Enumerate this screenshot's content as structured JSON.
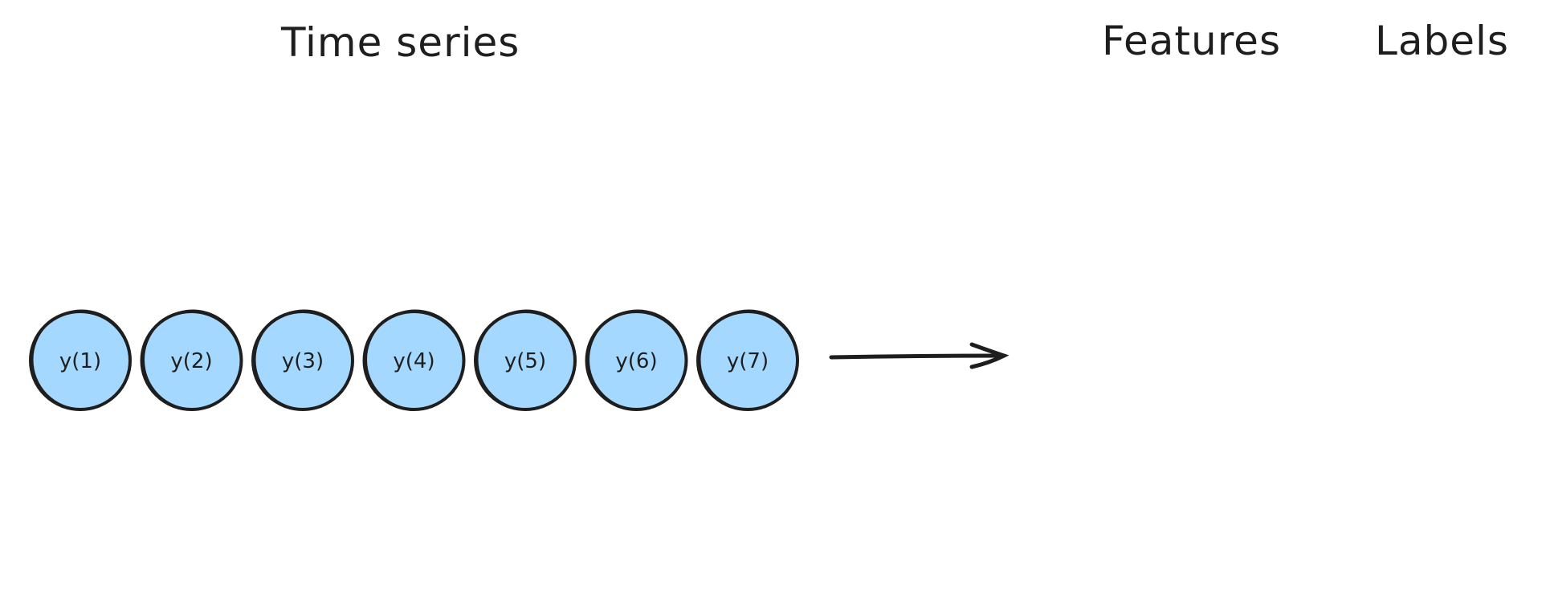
{
  "headings": {
    "time_series": "Time series",
    "features": "Features",
    "labels": "Labels"
  },
  "nodes": [
    "y(1)",
    "y(2)",
    "y(3)",
    "y(4)",
    "y(5)",
    "y(6)",
    "y(7)"
  ],
  "colors": {
    "node_fill": "#a5d8ff",
    "stroke": "#1e1e1e"
  }
}
